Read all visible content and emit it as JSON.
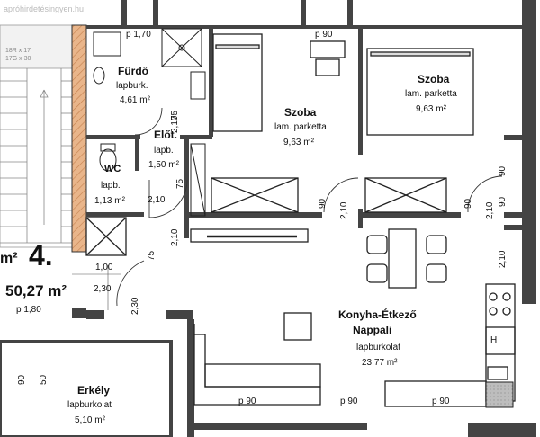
{
  "watermark": "apróhirdetésingyen.hu",
  "stair_note_1": "18R x 17",
  "stair_note_2": "17G x 30",
  "apartment_number": "4.",
  "apartment_area": "50,27 m²",
  "apartment_area_prefix": "m²",
  "rooms": {
    "furdo": {
      "name": "Fürdő",
      "floor": "lapburk.",
      "area": "4,61 m²"
    },
    "eloter": {
      "name": "Előt.",
      "floor": "lapb.",
      "area": "1,50 m²"
    },
    "wc": {
      "name": "WC",
      "floor": "lapb.",
      "area": "1,13 m²"
    },
    "szoba1": {
      "name": "Szoba",
      "floor": "lam. parketta",
      "area": "9,63 m²"
    },
    "szoba2": {
      "name": "Szoba",
      "floor": "lam. parketta",
      "area": "9,63 m²"
    },
    "konyha": {
      "name": "Konyha-Étkező",
      "name2": "Nappali",
      "floor": "lapburkolat",
      "area": "23,77 m²"
    },
    "erkely": {
      "name": "Erkély",
      "floor": "lapburkolat",
      "area": "5,10 m²"
    }
  },
  "dims": {
    "p170": "p 1,70",
    "p90_top": "p 90",
    "d75_a": "75",
    "d210_a": "2,10",
    "d75_b": "75",
    "d210_wc": "2,10",
    "d90_door1": "90",
    "d210_door1": "2,10",
    "d90_door2": "90",
    "d210_door2": "2,10",
    "d90_right": "90",
    "d210_right": "2,10",
    "d90_right2": "90",
    "d75_c": "75",
    "d210_c": "2,10",
    "d100": "1,00",
    "d230": "2,30",
    "d230v": "2,30",
    "p180": "p 1,80",
    "d90_balc": "90",
    "d50_balc": "50",
    "p90_b1": "p 90",
    "p90_b2": "p 90",
    "p90_b3": "p 90"
  },
  "appliances": {
    "wc_symbol": "WC",
    "fridge_symbol": "H"
  }
}
